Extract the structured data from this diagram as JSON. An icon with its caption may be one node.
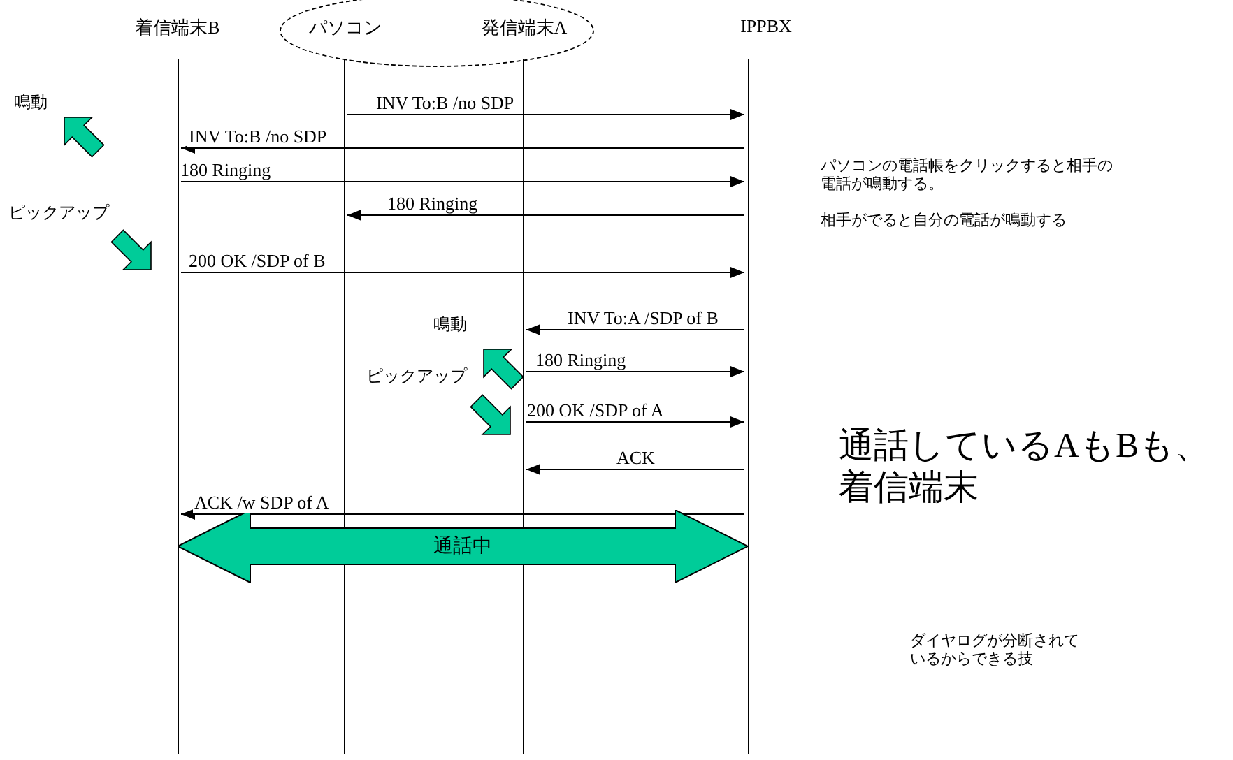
{
  "diagram": {
    "nodes": [
      {
        "text": [
          "着信端末B"
        ]
      },
      {
        "text": [],
        "shape": "ellipse"
      },
      {
        "text": [
          "パソコン"
        ],
        "in": 1
      },
      {
        "text": [
          "発信端末A"
        ],
        "in": 1
      },
      {
        "text": [
          "IPPBX"
        ]
      },
      {
        "text": [],
        "shape": "line"
      },
      {
        "text": [],
        "shape": "line"
      },
      {
        "text": [],
        "shape": "line"
      },
      {
        "text": [],
        "shape": "line"
      },
      {
        "text": [
          "通話中"
        ]
      }
    ],
    "edges": [
      {
        "from": 6,
        "to": 8,
        "arrow": "to",
        "label": "INV To:B /no SDP"
      },
      {
        "from": 8,
        "to": 5,
        "arrow": "to",
        "label": "INV To:B /no SDP"
      },
      {
        "from": 5,
        "to": 8,
        "arrow": "to",
        "label": "180 Ringing"
      },
      {
        "from": 8,
        "to": 6,
        "arrow": "to",
        "label": "180 Ringing"
      },
      {
        "from": 5,
        "to": 8,
        "arrow": "to",
        "label": "200 OK /SDP of B"
      },
      {
        "from": 8,
        "to": 7,
        "arrow": "to",
        "label": "INV To:A /SDP of B"
      },
      {
        "from": 7,
        "to": 8,
        "arrow": "to",
        "label": "180 Ringing"
      },
      {
        "from": 7,
        "to": 8,
        "arrow": "to",
        "label": "200 OK /SDP of A"
      },
      {
        "from": 8,
        "to": 7,
        "arrow": "to",
        "label": "ACK"
      },
      {
        "from": 8,
        "to": 5,
        "arrow": "to",
        "label": "ACK /w SDP of A"
      }
    ],
    "labels": [
      "鳴動",
      "パソコンの電話帳をクリックすると相手の電話が鳴動する。",
      "相手がでると自分の電話が鳴動する",
      "ピックアップ",
      "鳴動",
      "ピックアップ",
      "通話しているAもBも、着信端末",
      "ダイヤログが分断されているからできる技"
    ]
  }
}
